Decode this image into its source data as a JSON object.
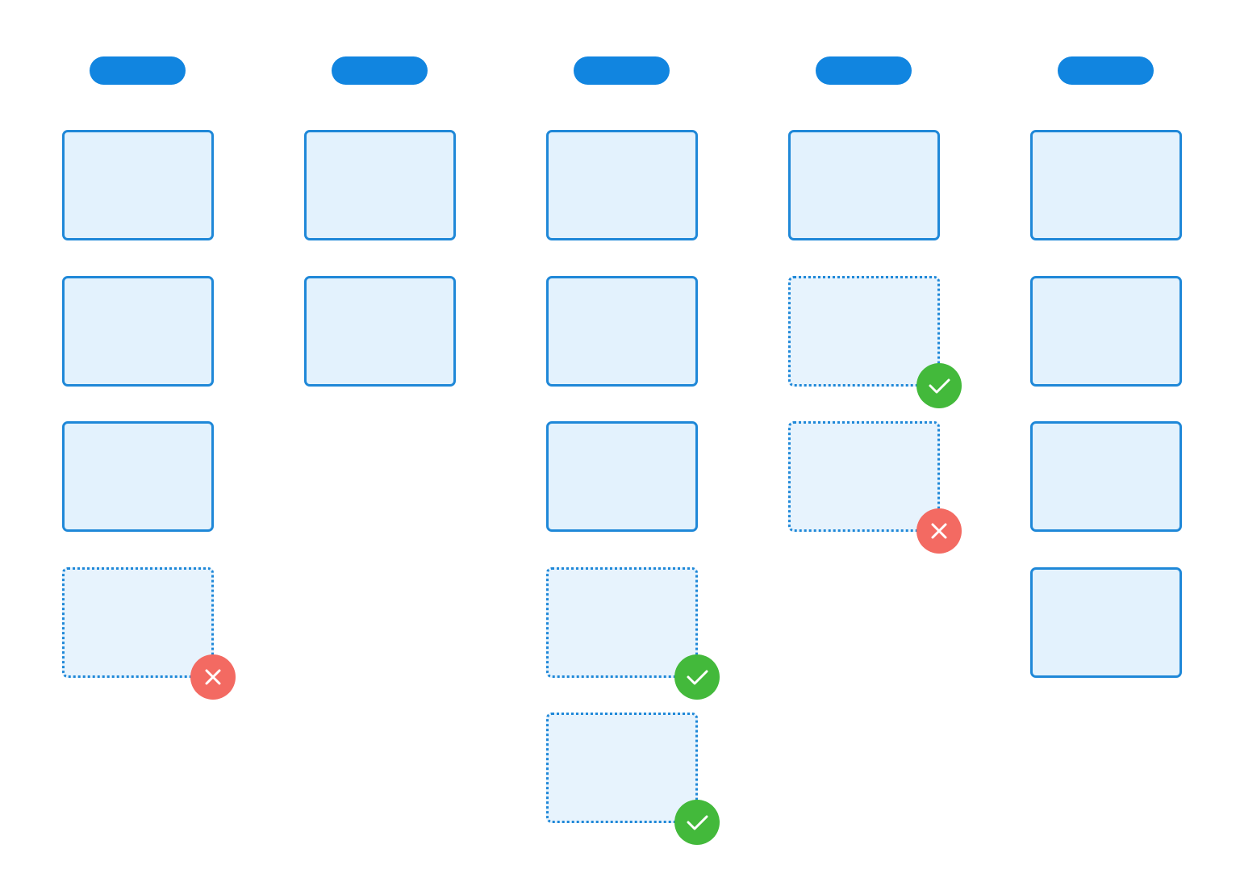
{
  "colors": {
    "header_pill": "#1185e0",
    "card_fill": "#e3f2fd",
    "card_border": "#1f88d8",
    "accept_badge": "#43b93b",
    "reject_badge": "#f36a62",
    "badge_mark": "#ffffff"
  },
  "icons": {
    "accept": "check-icon",
    "reject": "close-icon"
  },
  "columns": [
    {
      "cards": [
        {
          "kind": "card"
        },
        {
          "kind": "card"
        },
        {
          "kind": "card"
        },
        {
          "kind": "placeholder",
          "badge": "reject"
        }
      ]
    },
    {
      "cards": [
        {
          "kind": "card"
        },
        {
          "kind": "card"
        }
      ]
    },
    {
      "cards": [
        {
          "kind": "card"
        },
        {
          "kind": "card"
        },
        {
          "kind": "card"
        },
        {
          "kind": "placeholder",
          "badge": "accept"
        },
        {
          "kind": "placeholder",
          "badge": "accept"
        }
      ]
    },
    {
      "cards": [
        {
          "kind": "card"
        },
        {
          "kind": "placeholder",
          "badge": "accept"
        },
        {
          "kind": "placeholder",
          "badge": "reject"
        }
      ]
    },
    {
      "cards": [
        {
          "kind": "card"
        },
        {
          "kind": "card"
        },
        {
          "kind": "card"
        },
        {
          "kind": "card"
        }
      ]
    }
  ]
}
